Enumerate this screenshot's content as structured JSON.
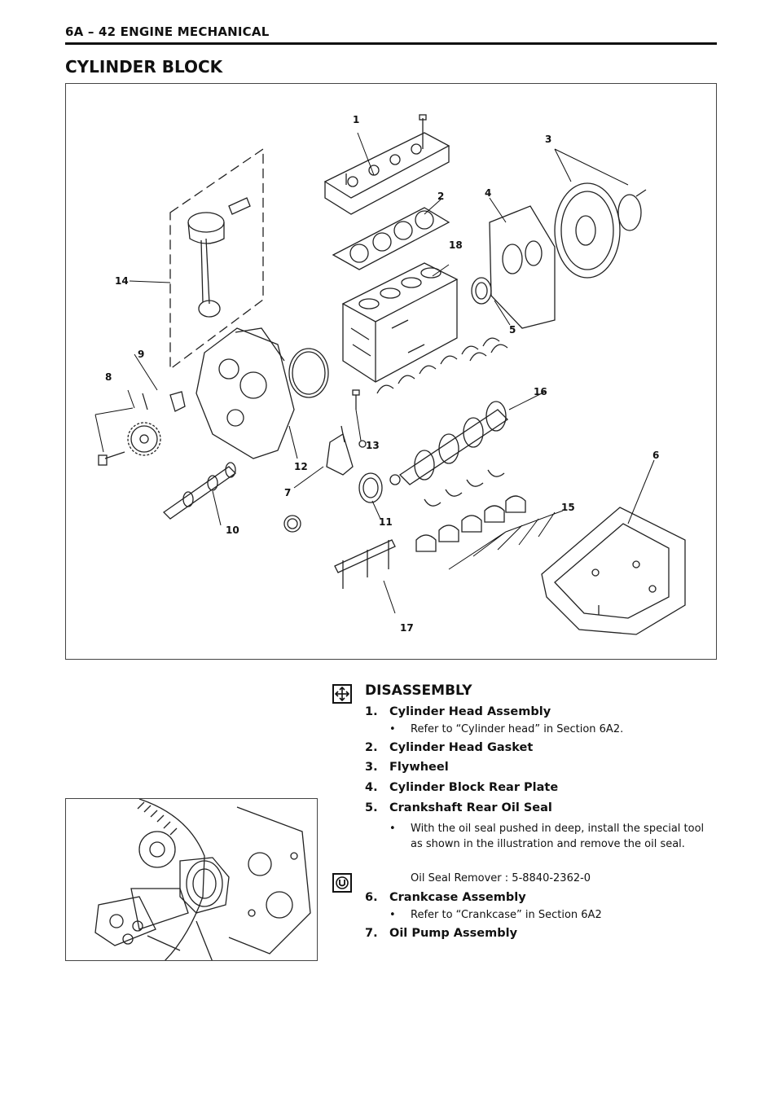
{
  "header": {
    "text": "6A – 42 ENGINE MECHANICAL"
  },
  "page_title": "CYLINDER BLOCK",
  "figure": {
    "callouts": [
      "1",
      "2",
      "3",
      "4",
      "5",
      "6",
      "7",
      "8",
      "9",
      "10",
      "11",
      "12",
      "13",
      "14",
      "15",
      "16",
      "17",
      "18"
    ]
  },
  "icons": {
    "disassembly": "disassembly-arrows-icon",
    "special_tool": "special-tool-icon"
  },
  "disassembly": {
    "heading": "DISASSEMBLY",
    "steps": [
      {
        "num": "1.",
        "label": "Cylinder Head Assembly",
        "note": "Refer to “Cylinder head” in Section 6A2."
      },
      {
        "num": "2.",
        "label": "Cylinder Head Gasket"
      },
      {
        "num": "3.",
        "label": "Flywheel"
      },
      {
        "num": "4.",
        "label": "Cylinder Block Rear Plate"
      },
      {
        "num": "5.",
        "label": "Crankshaft Rear Oil Seal",
        "note": "With the oil seal pushed in deep, install the special tool as shown in the illustration and remove the oil seal.",
        "tool": "Oil Seal Remover : 5-8840-2362-0"
      },
      {
        "num": "6.",
        "label": "Crankcase Assembly",
        "note": "Refer to “Crankcase” in Section 6A2"
      },
      {
        "num": "7.",
        "label": "Oil Pump Assembly"
      }
    ]
  }
}
